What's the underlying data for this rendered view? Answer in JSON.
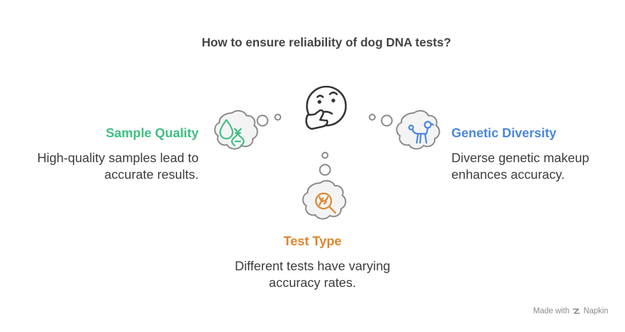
{
  "title": "How to ensure reliability of dog DNA tests?",
  "center": {
    "icon": "thinking-face-icon"
  },
  "items": [
    {
      "heading": "Sample Quality",
      "description": "High-quality samples lead to accurate results.",
      "icon": "drop-dna-icon",
      "color": "#3fbf82"
    },
    {
      "heading": "Genetic Diversity",
      "description": "Diverse genetic makeup enhances accuracy.",
      "icon": "poodle-icon",
      "color": "#4a86e0"
    },
    {
      "heading": "Test Type",
      "description": "Different tests have varying accuracy rates.",
      "icon": "dna-magnifier-icon",
      "color": "#e0852c"
    }
  ],
  "credit": {
    "text": "Made with",
    "brand": "Napkin"
  }
}
